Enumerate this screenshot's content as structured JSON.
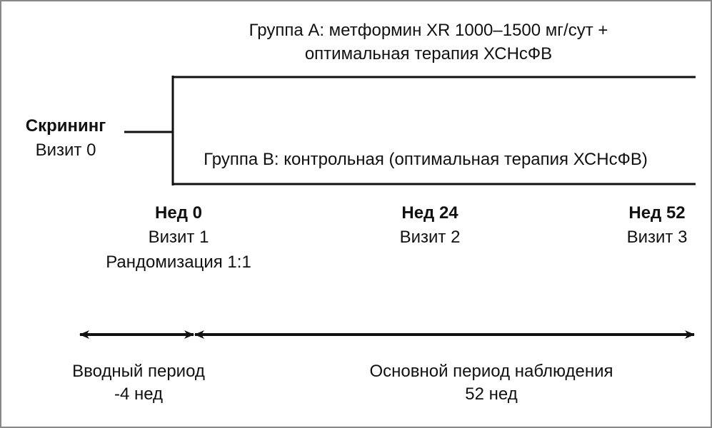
{
  "group_a": {
    "line1": "Группа А: метформин XR 1000–1500 мг/сут +",
    "line2": "оптимальная терапия ХСНсФВ"
  },
  "group_b": {
    "label": "Группа В: контрольная (оптимальная терапия ХСНсФВ)"
  },
  "screening": {
    "title": "Скрининг",
    "visit": "Визит 0"
  },
  "timepoints": [
    {
      "week": "Нед 0",
      "visit": "Визит 1",
      "note": "Рандомизация 1:1"
    },
    {
      "week": "Нед 24",
      "visit": "Визит 2"
    },
    {
      "week": "Нед 52",
      "visit": "Визит 3"
    }
  ],
  "periods": [
    {
      "name": "Вводный период",
      "duration": "-4 нед"
    },
    {
      "name": "Основной период наблюдения",
      "duration": "52 нед"
    }
  ]
}
